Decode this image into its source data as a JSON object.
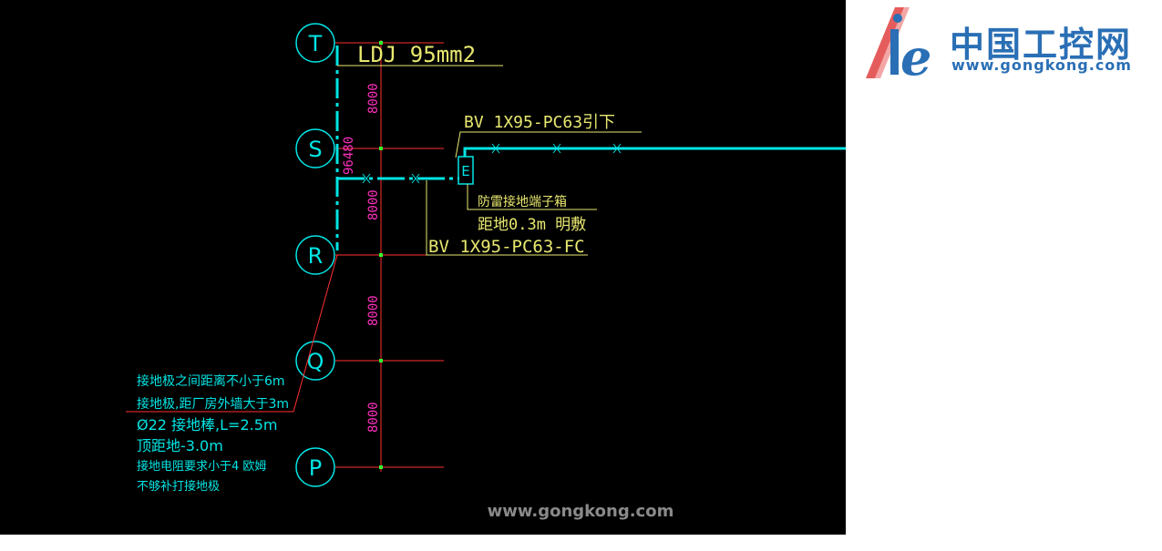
{
  "colors": {
    "background": "#000000",
    "grid_line": "#ff3030",
    "cyan": "#00e5e5",
    "yellow": "#e8e870",
    "magenta": "#ff30c0",
    "green": "#30ff30",
    "logo_blue": "#2a6fb5",
    "logo_red": "#e04040"
  },
  "axes": [
    {
      "id": "T",
      "label": "T"
    },
    {
      "id": "S",
      "label": "S"
    },
    {
      "id": "R",
      "label": "R"
    },
    {
      "id": "Q",
      "label": "Q"
    },
    {
      "id": "P",
      "label": "P"
    }
  ],
  "dimensions": {
    "spacing_TS": "8000",
    "spacing_SR": "8000",
    "spacing_RQ": "8000",
    "spacing_QP": "8000",
    "elevation": "96480"
  },
  "labels": {
    "conductor_top": "LDJ 95mm2",
    "cable_down": "BV 1X95-PC63引下",
    "terminal_box_letter": "E",
    "terminal_box_name": "防雷接地端子箱",
    "terminal_box_height": "距地0.3m 明敷",
    "cable_fc": "BV 1X95-PC63-FC"
  },
  "notes": [
    "接地极之间距离不小于6m",
    "接地极,距厂房外墙大于3m",
    "Ø22 接地棒,L=2.5m",
    "顶距地-3.0m",
    "接地电阻要求小于4 欧姆",
    "不够补打接地极"
  ],
  "watermark": "www.gongkong.com",
  "logo": {
    "cn_text": "中国工控网",
    "url_text": "www.gongkong.com",
    "mark_letters": "ie"
  }
}
